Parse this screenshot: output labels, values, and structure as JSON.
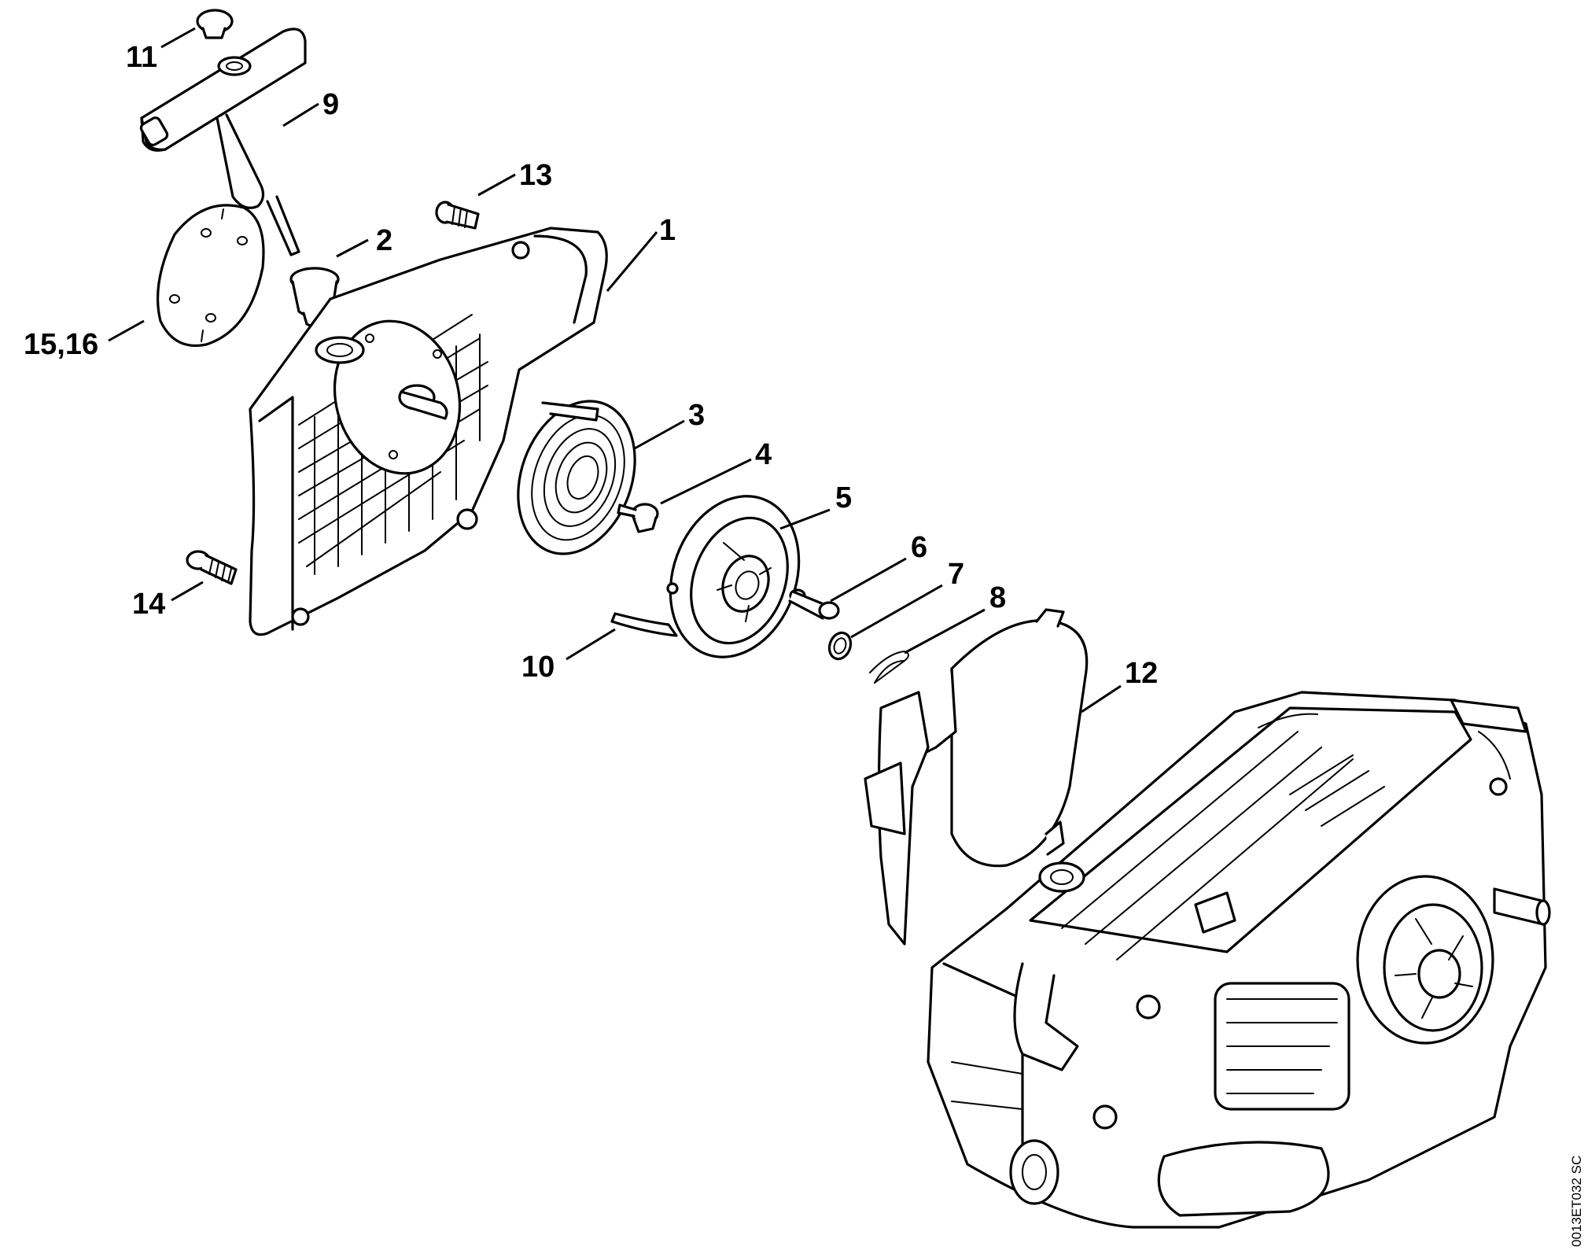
{
  "drawing_code": "0013ET032 SC",
  "callouts": [
    {
      "id": "c1",
      "label": "1"
    },
    {
      "id": "c2",
      "label": "2"
    },
    {
      "id": "c3",
      "label": "3"
    },
    {
      "id": "c4",
      "label": "4"
    },
    {
      "id": "c5",
      "label": "5"
    },
    {
      "id": "c6",
      "label": "6"
    },
    {
      "id": "c7",
      "label": "7"
    },
    {
      "id": "c8",
      "label": "8"
    },
    {
      "id": "c9",
      "label": "9"
    },
    {
      "id": "c10",
      "label": "10"
    },
    {
      "id": "c11",
      "label": "11"
    },
    {
      "id": "c12",
      "label": "12"
    },
    {
      "id": "c13",
      "label": "13"
    },
    {
      "id": "c14",
      "label": "14"
    },
    {
      "id": "c15",
      "label": "15,16"
    }
  ]
}
